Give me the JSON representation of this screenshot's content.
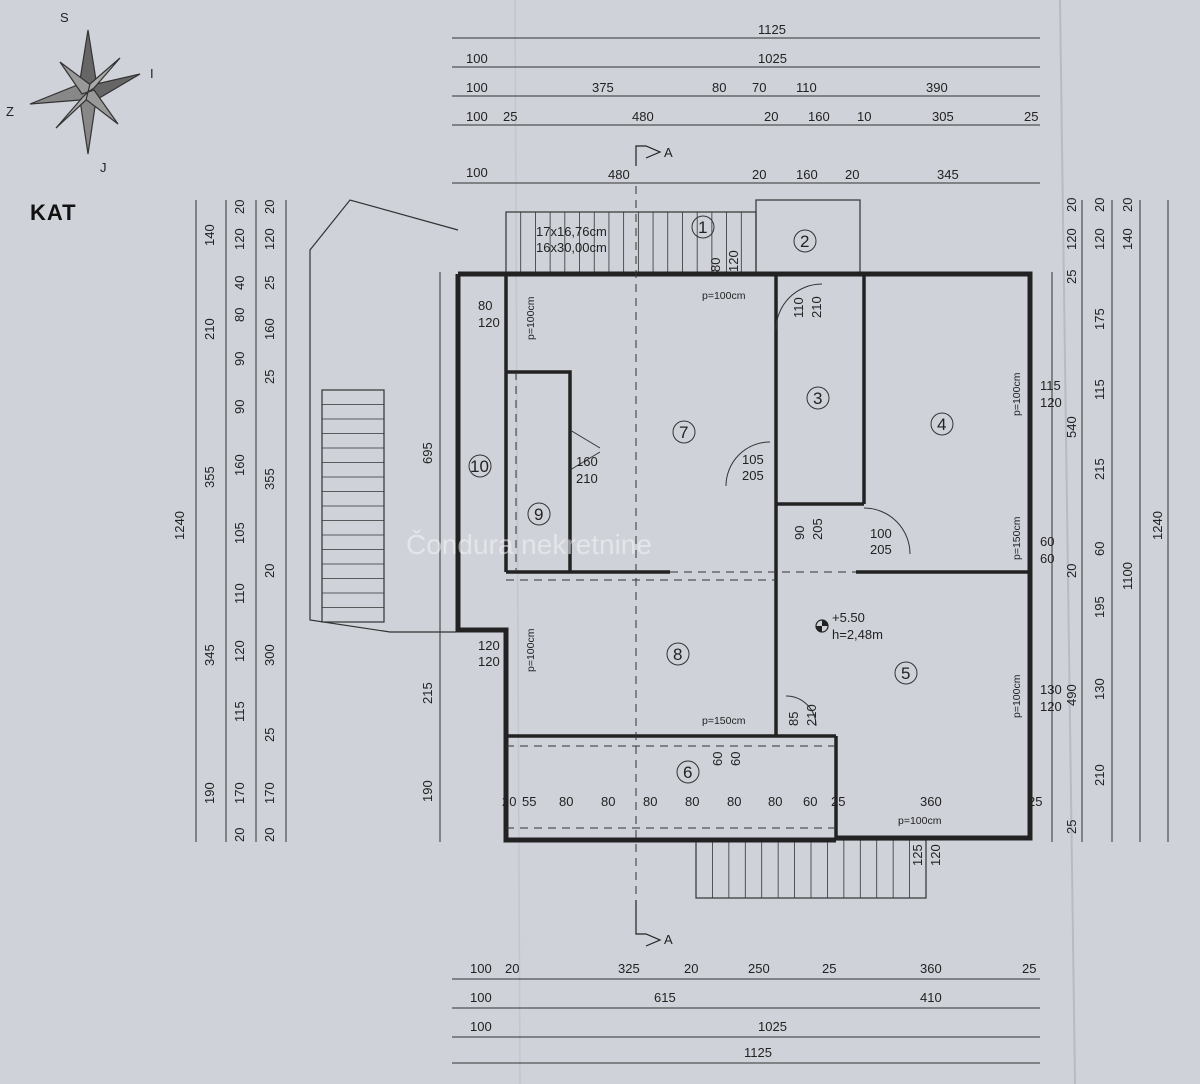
{
  "title": "KAT",
  "watermark": "Čondura nekretnine",
  "compass": {
    "north": "S",
    "east": "I",
    "west": "Z",
    "south": "J"
  },
  "section_mark": "A",
  "rooms": [
    "1",
    "2",
    "3",
    "4",
    "5",
    "6",
    "7",
    "8",
    "9",
    "10"
  ],
  "level_mark": "+5.50",
  "height_mark": "h=2,48m",
  "stairs_note": [
    "17x16,76cm",
    "16x30,00cm"
  ],
  "dims_top": {
    "row1": [
      "1125"
    ],
    "row2": [
      "100",
      "1025"
    ],
    "row3": [
      "100",
      "375",
      "80",
      "70",
      "110",
      "390"
    ],
    "row4": [
      "100",
      "25",
      "480",
      "20",
      "160",
      "10",
      "305",
      "25"
    ],
    "row5": [
      "100",
      "480",
      "20",
      "160",
      "20",
      "345"
    ]
  },
  "dims_bottom": {
    "row1": [
      "100",
      "20",
      "325",
      "20",
      "250",
      "25",
      "360",
      "25"
    ],
    "row2": [
      "100",
      "615",
      "410"
    ],
    "row3": [
      "100",
      "1025"
    ],
    "row4": [
      "1125"
    ]
  },
  "dims_left": {
    "total": "1240",
    "colA": [
      "140",
      "210",
      "355",
      "345",
      "190"
    ],
    "colB": [
      "20",
      "120",
      "40",
      "80",
      "90",
      "90",
      "160",
      "105",
      "110",
      "120",
      "115",
      "170",
      "20"
    ],
    "colC": [
      "20",
      "120",
      "25",
      "160",
      "25",
      "355",
      "20",
      "300",
      "25",
      "170",
      "20"
    ],
    "inner": [
      "695",
      "215",
      "190"
    ]
  },
  "dims_right": {
    "total": "1240",
    "colA": [
      "20",
      "120",
      "25",
      "175",
      "115",
      "215",
      "60",
      "20",
      "195",
      "130",
      "210",
      "25"
    ],
    "colB": [
      "20",
      "120",
      "540",
      "1100"
    ],
    "colC": [
      "20",
      "140"
    ],
    "b490": "490"
  },
  "openings": {
    "w1": [
      "80",
      "120"
    ],
    "w2": [
      "80",
      "120"
    ],
    "p100a": "p=100cm",
    "p100b": "p=100cm",
    "p100c": "p=100cm",
    "p100d": "p=100cm",
    "p100e": "p=100cm",
    "p150a": "p=150cm",
    "p150b": "p=150cm",
    "d110": [
      "110",
      "210"
    ],
    "d160": [
      "160",
      "210"
    ],
    "d105": [
      "105",
      "205"
    ],
    "d90": [
      "90",
      "205"
    ],
    "d100": [
      "100",
      "205"
    ],
    "w115": [
      "115",
      "120"
    ],
    "w60": [
      "60",
      "60"
    ],
    "w120b": [
      "120",
      "120"
    ],
    "w130": [
      "130",
      "120"
    ],
    "d85": [
      "85",
      "210"
    ],
    "w60b": [
      "60",
      "60"
    ],
    "w125": [
      "125",
      "120"
    ],
    "terrace": [
      "20",
      "55",
      "80",
      "80",
      "80",
      "80",
      "80",
      "80",
      "60",
      "25",
      "360",
      "25"
    ]
  }
}
